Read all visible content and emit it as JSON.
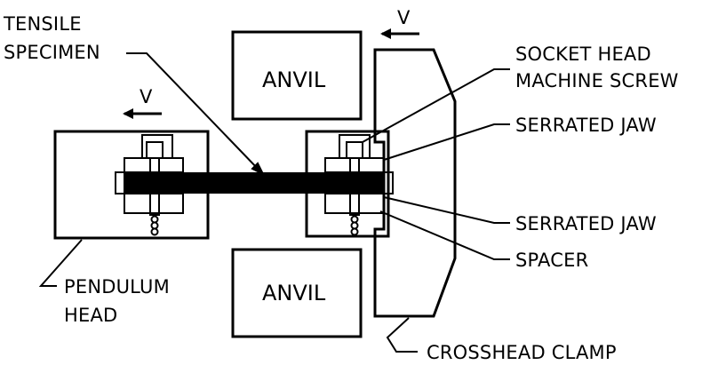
{
  "labels": {
    "tensile_specimen_line1": "TENSILE",
    "tensile_specimen_line2": "SPECIMEN",
    "velocity_top": "V",
    "velocity_left": "V",
    "anvil_top": "ANVIL",
    "anvil_bottom": "ANVIL",
    "socket_screw_line1": "SOCKET HEAD",
    "socket_screw_line2": "MACHINE SCREW",
    "serrated_jaw_upper": "SERRATED JAW",
    "serrated_jaw_lower": "SERRATED JAW",
    "spacer": "SPACER",
    "pendulum_head_line1": "PENDULUM",
    "pendulum_head_line2": "HEAD",
    "crosshead_clamp": "CROSSHEAD CLAMP"
  },
  "icons": {
    "velocity_arrow": "arrow-left"
  },
  "colors": {
    "ink": "#000000",
    "background": "#ffffff"
  }
}
